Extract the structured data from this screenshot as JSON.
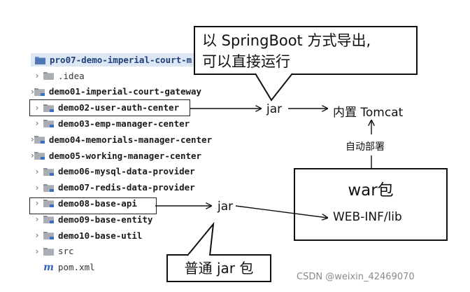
{
  "tree": {
    "root": "pro07-demo-imperial-court-m",
    "items": [
      {
        "label": ".idea",
        "bold": false,
        "chevron": true,
        "icon": "folder-icon"
      },
      {
        "label": "demo01-imperial-court-gateway",
        "bold": true,
        "chevron": true,
        "icon": "module-folder-icon"
      },
      {
        "label": "demo02-user-auth-center",
        "bold": true,
        "chevron": true,
        "icon": "module-folder-icon"
      },
      {
        "label": "demo03-emp-manager-center",
        "bold": true,
        "chevron": true,
        "icon": "module-folder-icon"
      },
      {
        "label": "demo04-memorials-manager-center",
        "bold": true,
        "chevron": true,
        "icon": "module-folder-icon"
      },
      {
        "label": "demo05-working-manager-center",
        "bold": true,
        "chevron": true,
        "icon": "module-folder-icon"
      },
      {
        "label": "demo06-mysql-data-provider",
        "bold": true,
        "chevron": true,
        "icon": "module-folder-icon"
      },
      {
        "label": "demo07-redis-data-provider",
        "bold": true,
        "chevron": true,
        "icon": "module-folder-icon"
      },
      {
        "label": "demo08-base-api",
        "bold": true,
        "chevron": true,
        "icon": "module-folder-icon"
      },
      {
        "label": "demo09-base-entity",
        "bold": true,
        "chevron": true,
        "icon": "module-folder-icon"
      },
      {
        "label": "demo10-base-util",
        "bold": true,
        "chevron": true,
        "icon": "module-folder-icon"
      },
      {
        "label": "src",
        "bold": false,
        "chevron": true,
        "icon": "folder-icon"
      },
      {
        "label": "pom.xml",
        "bold": false,
        "chevron": false,
        "icon": "maven-icon"
      }
    ]
  },
  "callout": {
    "line1": "以 SpringBoot 方式导出,",
    "line2": "可以直接运行"
  },
  "jar_top": "jar",
  "tomcat": "内置 Tomcat",
  "deploy": "自动部署",
  "war_title": "war包",
  "webinf": "WEB-INF/lib",
  "jar_bottom": "jar",
  "bubble": "普通 jar 包",
  "watermark": "CSDN @weixin_42469070"
}
